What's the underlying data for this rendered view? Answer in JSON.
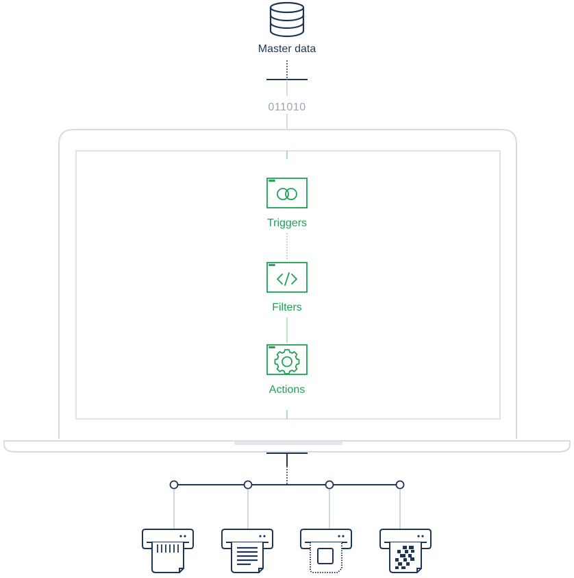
{
  "source": {
    "label": "Master data",
    "icon": "database-icon",
    "color": "#1c3557"
  },
  "binary_label": "011010",
  "steps": [
    {
      "label": "Triggers",
      "icon": "linked-rings-icon"
    },
    {
      "label": "Filters",
      "icon": "code-brackets-icon"
    },
    {
      "label": "Actions",
      "icon": "gear-icon"
    }
  ],
  "step_color": "#1aa251",
  "outputs": [
    {
      "icon": "label-printer-barcode-icon"
    },
    {
      "icon": "label-printer-text-icon"
    },
    {
      "icon": "label-printer-label-icon"
    },
    {
      "icon": "label-printer-qr-icon"
    }
  ],
  "colors": {
    "line": "#1c3557",
    "laptop": "#d6dbe0",
    "connector": "#9fb1bf"
  }
}
